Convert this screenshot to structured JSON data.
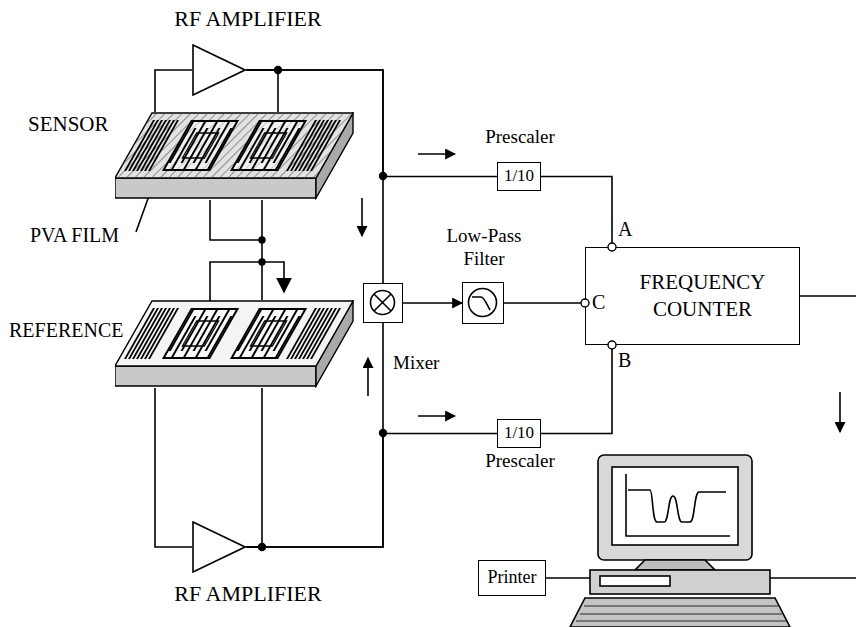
{
  "diagram": {
    "nodes": [
      {
        "text": [
          "RF AMPLIFIER"
        ]
      },
      {
        "text": [
          "SENSOR"
        ]
      },
      {
        "text": [
          "Prescaler",
          "1/10"
        ]
      },
      {
        "text": [
          "Low-Pass Filter"
        ]
      },
      {
        "text": [
          "Mixer"
        ]
      },
      {
        "text": [
          "FREQUENCY COUNTER"
        ]
      },
      {
        "text": [
          "REFERENCE"
        ]
      },
      {
        "text": [
          "1/10",
          "Prescaler"
        ]
      },
      {
        "text": [
          "RF AMPLIFIER"
        ]
      },
      {
        "text": [
          "Printer"
        ]
      }
    ],
    "edges": [
      {
        "from": 0,
        "to": 1,
        "arrow": "none"
      },
      {
        "from": 0,
        "to": 1,
        "arrow": "none"
      },
      {
        "from": 0,
        "to": 2,
        "arrow": "none"
      },
      {
        "from": 0,
        "to": 4,
        "arrow": "none"
      },
      {
        "from": 2,
        "to": 5,
        "arrow": "none"
      },
      {
        "from": 1,
        "to": 6,
        "arrow": "none"
      },
      {
        "from": 4,
        "to": 3,
        "arrow": "to"
      },
      {
        "from": 3,
        "to": 5,
        "arrow": "none"
      },
      {
        "from": 8,
        "to": 6,
        "arrow": "none"
      },
      {
        "from": 8,
        "to": 6,
        "arrow": "none"
      },
      {
        "from": 8,
        "to": 4,
        "arrow": "none"
      },
      {
        "from": 8,
        "to": 7,
        "arrow": "none"
      },
      {
        "from": 7,
        "to": 5,
        "arrow": "none"
      }
    ],
    "labels": [
      "PVA FILM",
      "A",
      "B",
      "C"
    ]
  }
}
